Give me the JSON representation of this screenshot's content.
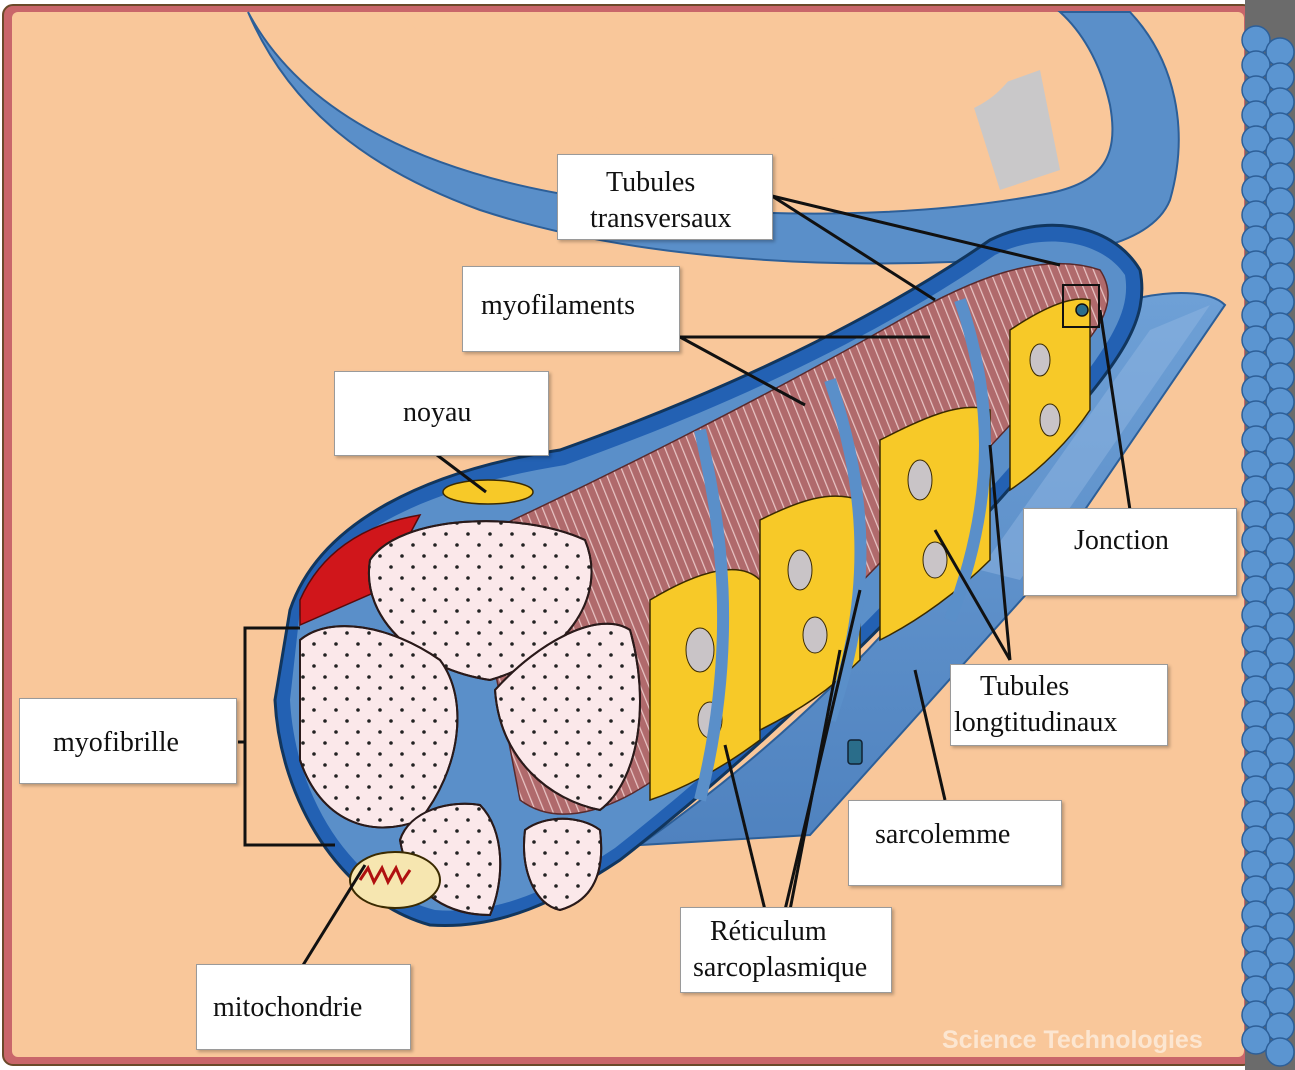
{
  "labels": {
    "tubules_transversaux": [
      "Tubules",
      "transversaux"
    ],
    "myofilaments": "myofilaments",
    "noyau": "noyau",
    "jonction": "Jonction",
    "tubules_longitudinaux": [
      "Tubules",
      "longtitudinaux"
    ],
    "myofibrille": "myofibrille",
    "sarcolemme": "sarcolemme",
    "reticulum": [
      "Réticulum",
      "sarcoplasmique"
    ],
    "mitochondrie": "mitochondrie"
  },
  "watermark": "Science Technologies",
  "colors": {
    "background": "#f9c79a",
    "frame": "#c9666a",
    "membrane_blue": "#5a8fc9",
    "dark_blue": "#1f5fb0",
    "reticulum_yellow": "#f7c928",
    "myofibril_pink": "#fbe8ea",
    "muscle_red": "#a8595c",
    "sidebar_bead": "#5b95d1"
  }
}
